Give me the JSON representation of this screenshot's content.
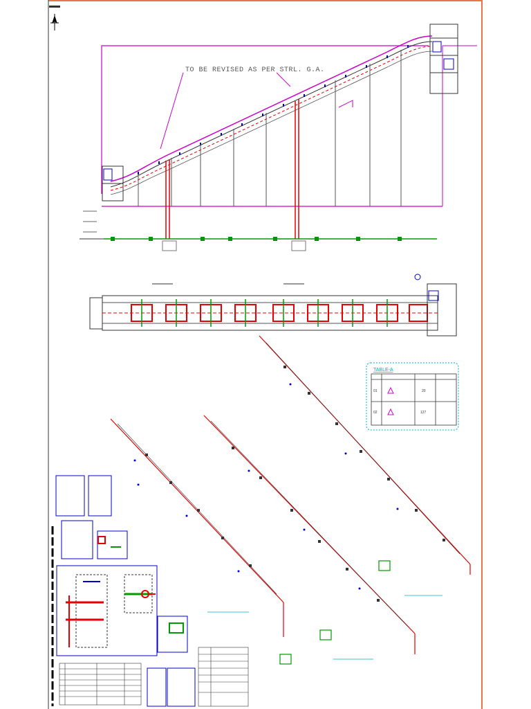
{
  "revision_note": "TO BE REVISED AS PER STRL. G.A.",
  "table_a": {
    "title": "TABLE-A",
    "rows": [
      {
        "sr": "01",
        "qty": "20"
      },
      {
        "sr": "02",
        "qty": "127"
      }
    ]
  },
  "colors": {
    "border": "#e8764a",
    "magenta": "#cc00cc",
    "red": "#e60000",
    "blue": "#0000cc",
    "green": "#009900",
    "cyan": "#00aacc",
    "gray": "#555555"
  }
}
